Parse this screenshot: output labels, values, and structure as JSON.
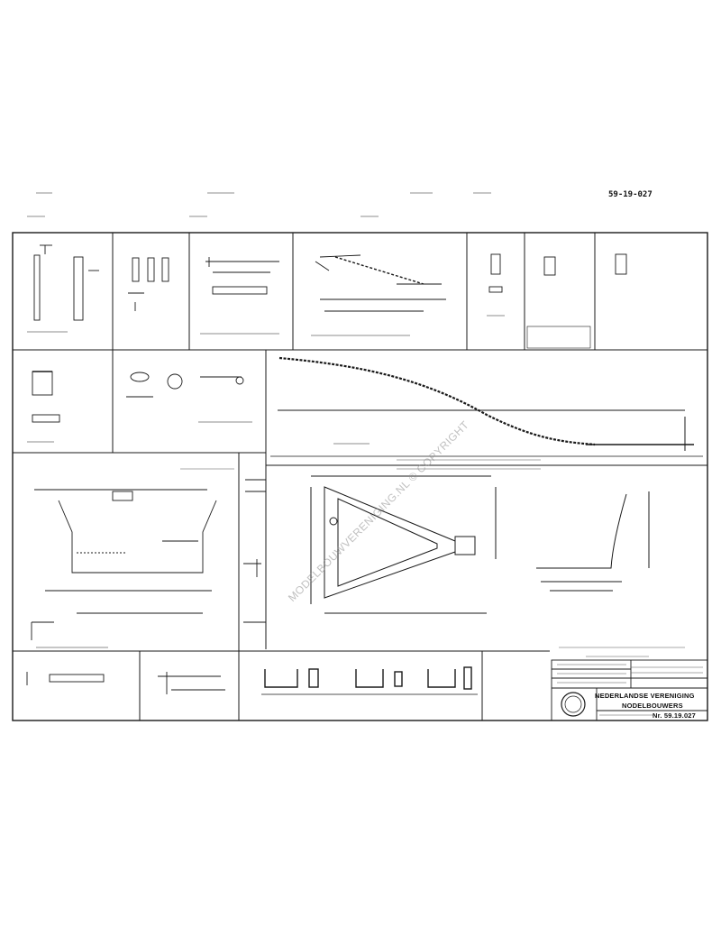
{
  "drawing": {
    "top_number": "59-19-027",
    "watermark": "MODELBOUWVERENIGING.NL © COPYRIGHT",
    "title_block": {
      "org_line1": "NEDERLANDSE VERENIGING",
      "org_line2": "NODELBOUWERS",
      "sheet_number": "Nr. 59.19.027"
    }
  },
  "colors": {
    "ink": "#1a1a1a",
    "paper": "#ffffff",
    "watermark": "#8c8c8c"
  }
}
